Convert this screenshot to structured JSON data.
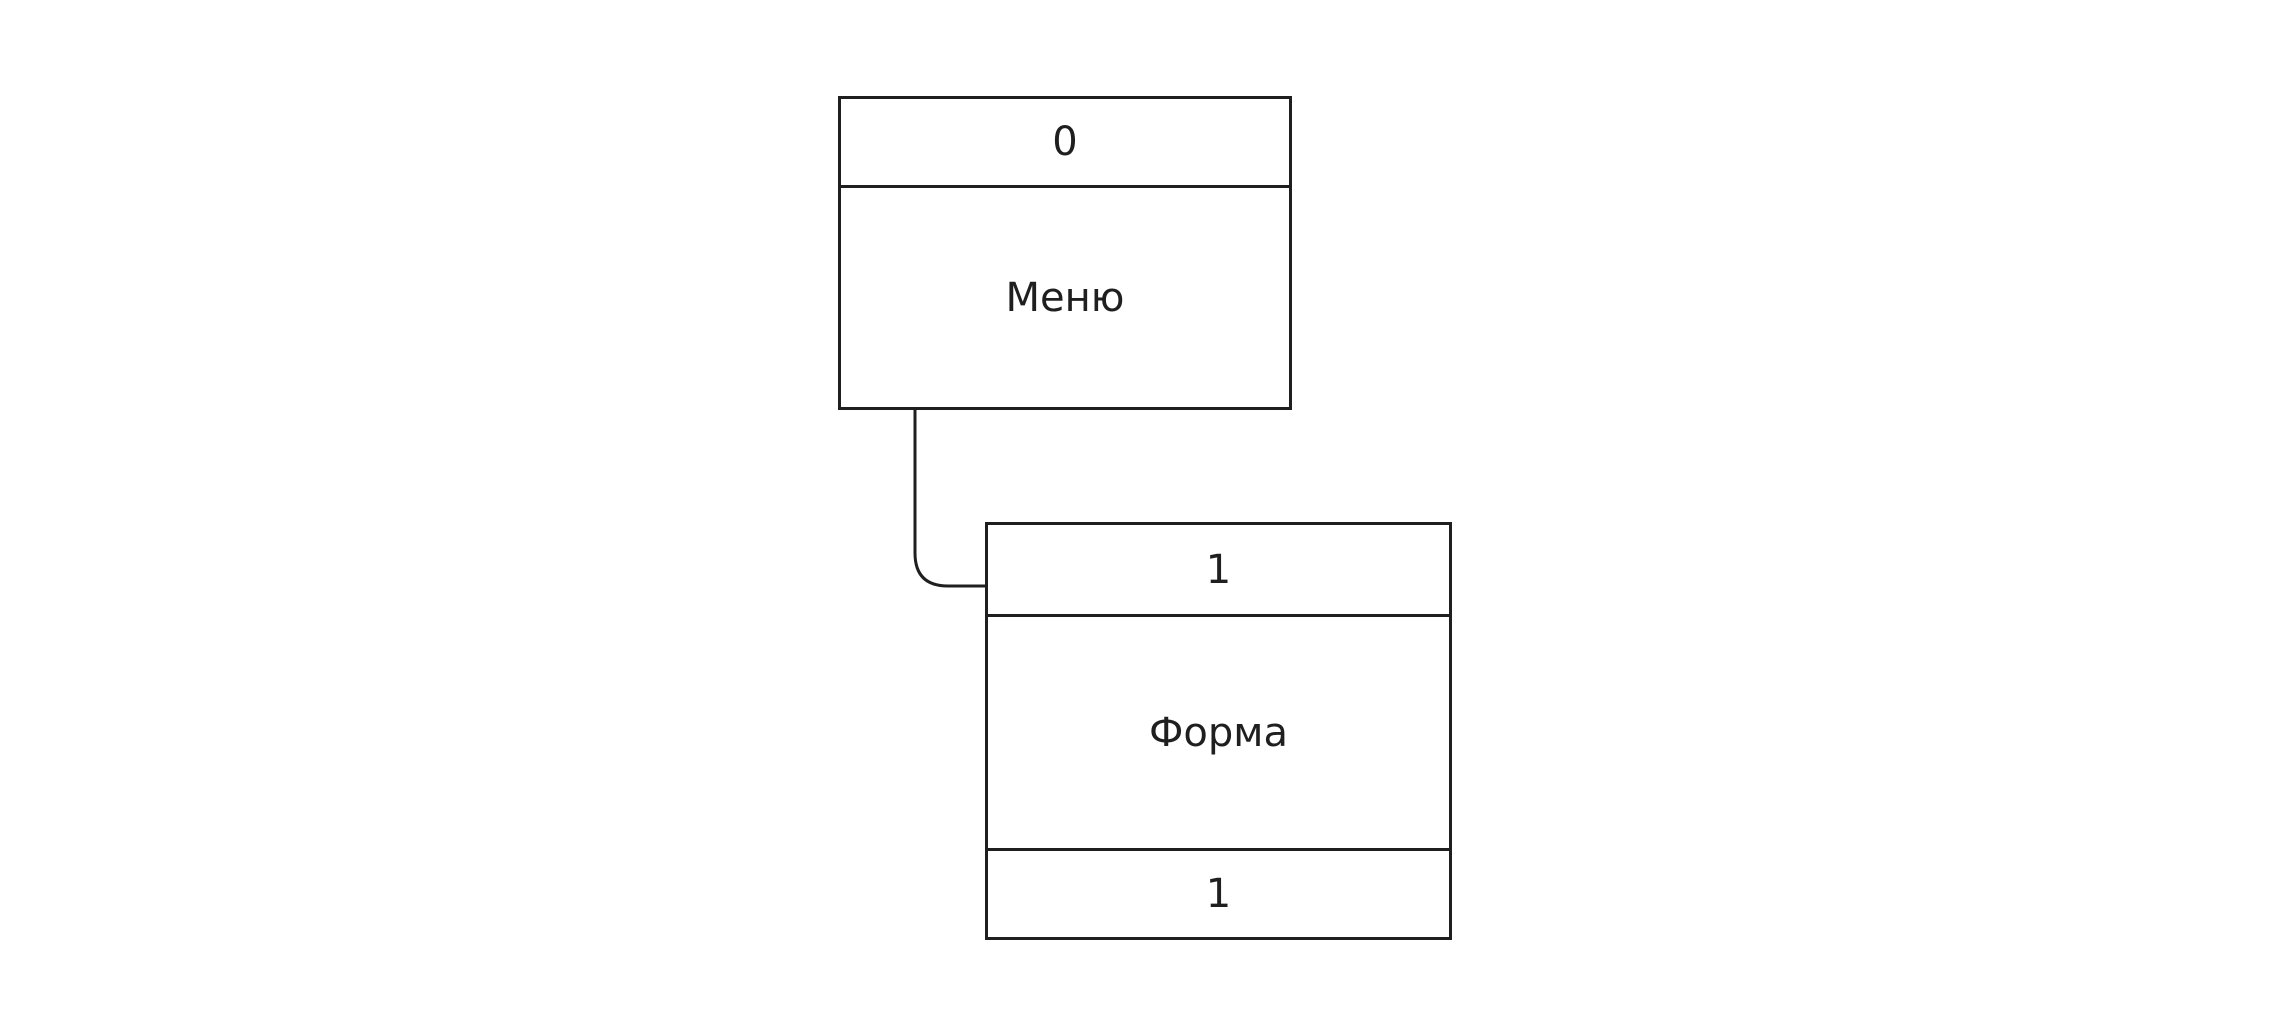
{
  "nodes": [
    {
      "index": "0",
      "title": "Меню"
    },
    {
      "index": "1",
      "title": "Форма",
      "footer": "1"
    }
  ],
  "edges": [
    {
      "from": "Меню",
      "to": "Форма"
    }
  ],
  "colors": {
    "stroke": "#1f1f1f",
    "background": "#ffffff"
  }
}
